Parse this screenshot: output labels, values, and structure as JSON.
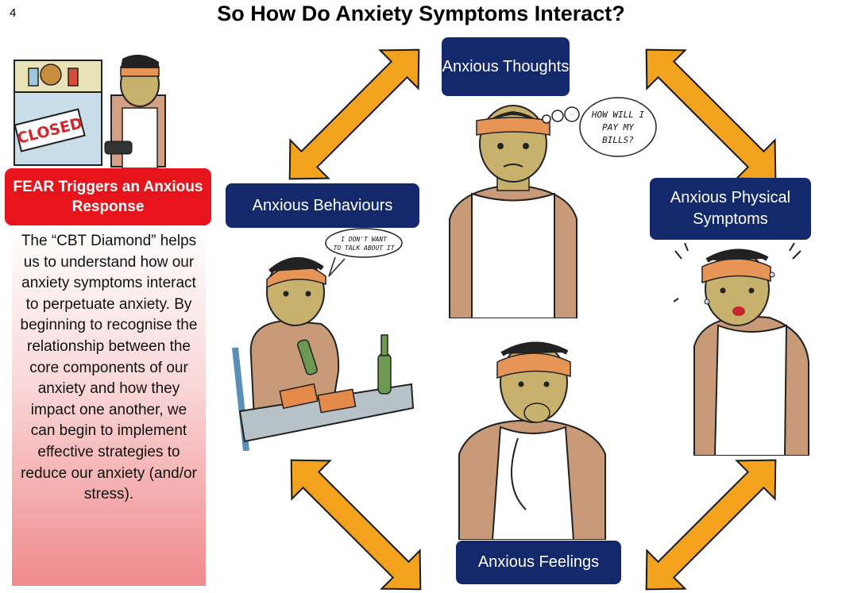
{
  "page": {
    "number": "4",
    "title": "So How Do Anxiety Symptoms Interact?"
  },
  "sidebar": {
    "fear_heading": "FEAR Triggers an Anxious Response",
    "closed_sign": "CLOSED",
    "description": "The “CBT Diamond” helps us to understand how our anxiety symptoms interact to perpetuate anxiety. By beginning to recognise the relationship between the core components of our anxiety and how they impact one another, we can begin to implement effective strategies to reduce our anxiety (and/or stress)."
  },
  "diagram": {
    "nodes": {
      "thoughts": "Anxious Thoughts",
      "behaviours": "Anxious Behaviours",
      "physical": "Anxious Physical Symptoms",
      "feelings": "Anxious Feelings"
    },
    "speech_bubbles": {
      "thoughts": [
        "HOW WILL I",
        "PAY MY",
        "BILLS?"
      ],
      "behaviours": [
        "I DON'T WANT",
        "TO TALK ABOUT IT"
      ]
    }
  },
  "colors": {
    "navy": "#13296b",
    "fear_red": "#e8141b",
    "arrow_orange": "#f2a21c",
    "skin": "#c9b26a",
    "shirt": "#c89a78"
  }
}
